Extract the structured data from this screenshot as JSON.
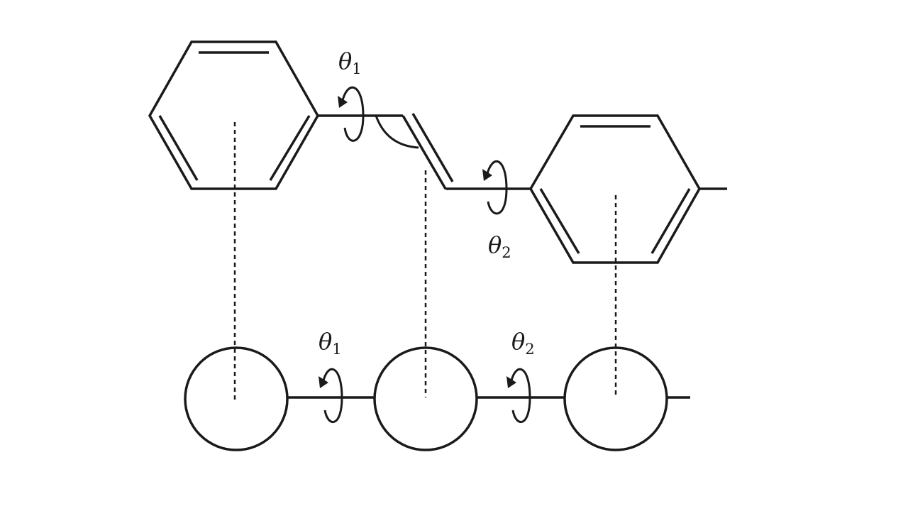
{
  "colors": {
    "ink": "#1a1a1a",
    "background": "#ffffff"
  },
  "molecule": {
    "rotation_labels": [
      {
        "symbol": "θ",
        "subscript": "1"
      },
      {
        "symbol": "θ",
        "subscript": "2"
      }
    ]
  },
  "coarse_grained": {
    "rotation_labels": [
      {
        "symbol": "θ",
        "subscript": "1"
      },
      {
        "symbol": "θ",
        "subscript": "2"
      }
    ]
  }
}
